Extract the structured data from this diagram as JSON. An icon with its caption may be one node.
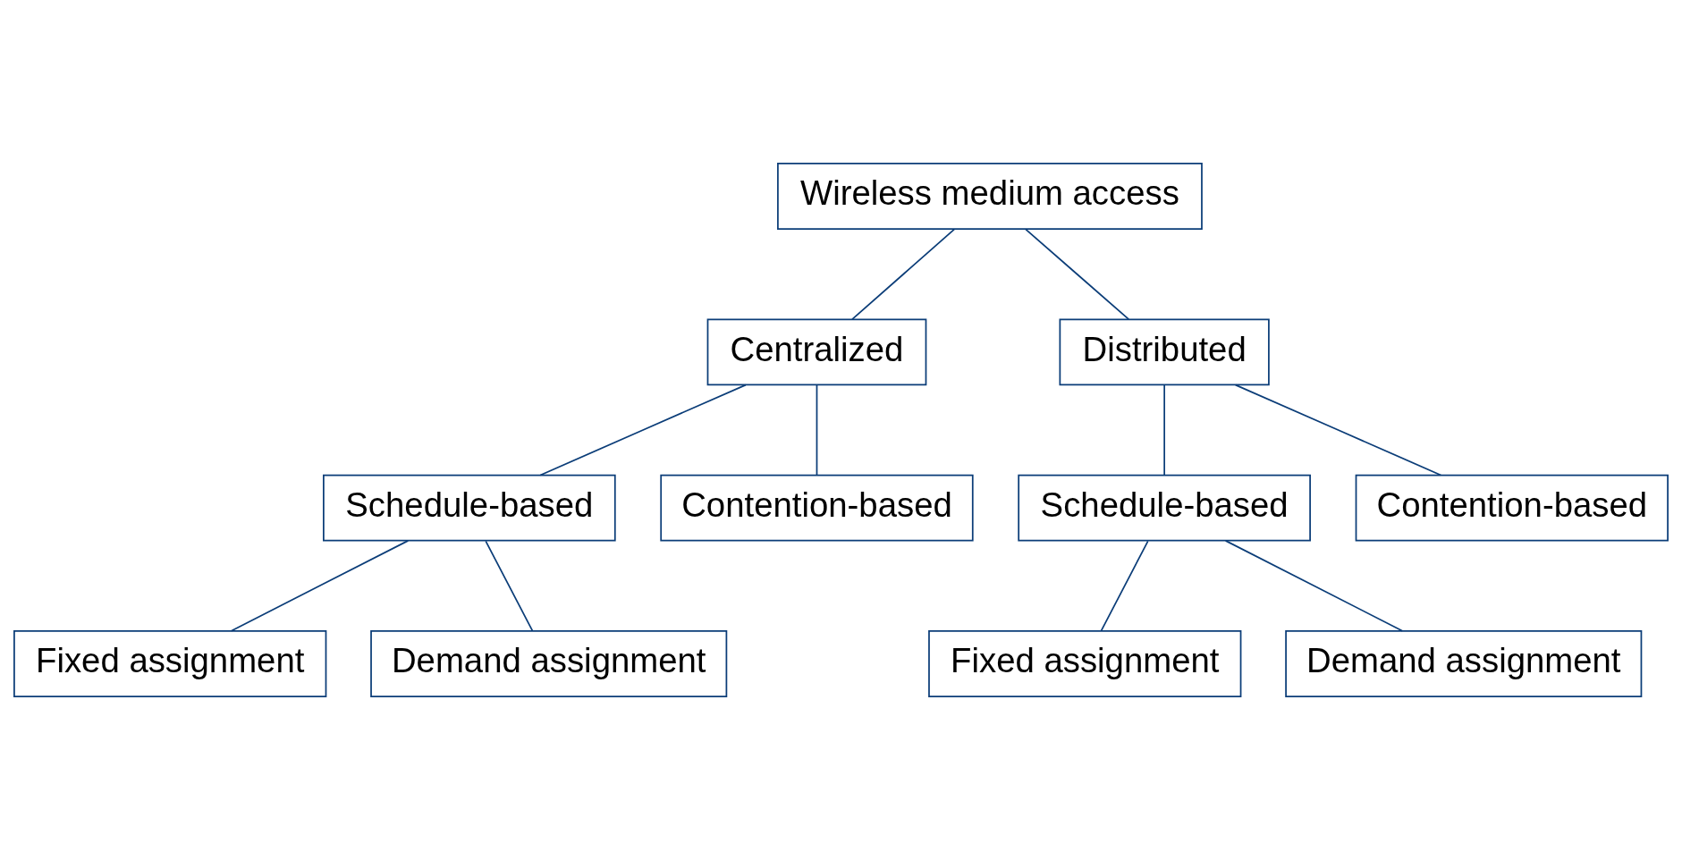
{
  "diagram": {
    "nodes": [
      {
        "text": [
          "Wireless medium access"
        ]
      },
      {
        "text": [
          "Centralized"
        ]
      },
      {
        "text": [
          "Distributed"
        ]
      },
      {
        "text": [
          "Schedule-based"
        ]
      },
      {
        "text": [
          "Contention-based"
        ]
      },
      {
        "text": [
          "Fixed assignment"
        ]
      },
      {
        "text": [
          "Demand assignment"
        ]
      },
      {
        "text": [
          "Schedule-based"
        ]
      },
      {
        "text": [
          "Contention-based"
        ]
      },
      {
        "text": [
          "Fixed assignment"
        ]
      },
      {
        "text": [
          "Demand assignment"
        ]
      }
    ],
    "edges": [
      {
        "from": 0,
        "to": 1,
        "arrow": "none"
      },
      {
        "from": 0,
        "to": 2,
        "arrow": "none"
      },
      {
        "from": 1,
        "to": 3,
        "arrow": "none"
      },
      {
        "from": 1,
        "to": 4,
        "arrow": "none"
      },
      {
        "from": 3,
        "to": 5,
        "arrow": "none"
      },
      {
        "from": 3,
        "to": 6,
        "arrow": "none"
      },
      {
        "from": 2,
        "to": 7,
        "arrow": "none"
      },
      {
        "from": 2,
        "to": 8,
        "arrow": "none"
      },
      {
        "from": 7,
        "to": 9,
        "arrow": "none"
      },
      {
        "from": 7,
        "to": 10,
        "arrow": "none"
      }
    ]
  }
}
